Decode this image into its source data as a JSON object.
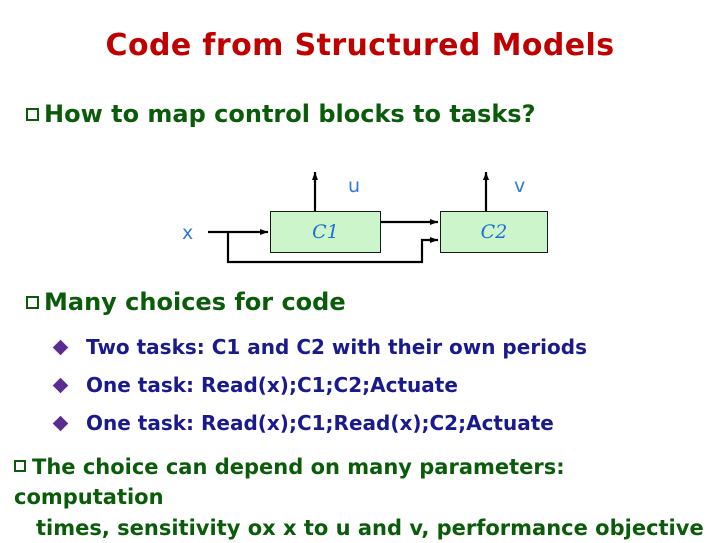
{
  "slide": {
    "title": "Code from Structured Models",
    "background": "#ffffff",
    "title_color": "#c00000",
    "bullet_color": "#0a5c0a",
    "subbullet_color": "#1a1a8c",
    "subbullet_marker_color": "#5c2d91",
    "signal_color": "#2d7ad6",
    "block_fill": "#ccf5cc",
    "block_border": "#1a1a1a"
  },
  "bullets": {
    "question": "How to map control blocks to tasks?",
    "many_choices": "Many choices for code",
    "closing_line1": "The choice can depend on many parameters: computation",
    "closing_line2": "times, sensitivity ox x to u and v, performance objective"
  },
  "choices": [
    {
      "text": "Two tasks: C1 and C2 with their own periods"
    },
    {
      "text": "One task: Read(x);C1;C2;Actuate"
    },
    {
      "text": "One task: Read(x);C1;Read(x);C2;Actuate"
    }
  ],
  "diagram": {
    "blocks": [
      {
        "label": "C1"
      },
      {
        "label": "C2"
      }
    ],
    "signals": {
      "input": "x",
      "output_c1": "u",
      "output_c2": "v"
    }
  }
}
